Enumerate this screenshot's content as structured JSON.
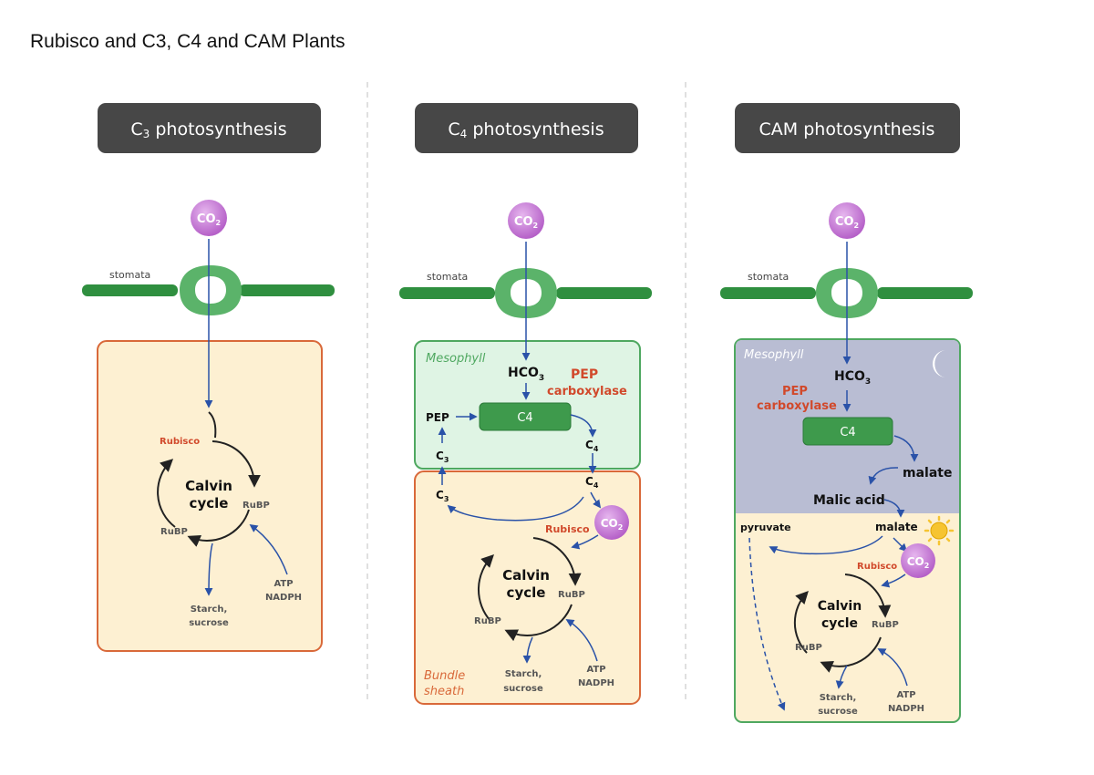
{
  "page": {
    "title": "Rubisco and C3, C4 and CAM Plants"
  },
  "panels": {
    "c3": {
      "header_main": "C",
      "header_sub": "3",
      "header_rest": " photosynthesis",
      "co2": "CO",
      "co2_sub": "2",
      "stomata": "stomata",
      "rubisco": "Rubisco",
      "calvin_1": "Calvin",
      "calvin_2": "cycle",
      "rubp_right": "RuBP",
      "rubp_left": "RuBP",
      "starch_1": "Starch,",
      "starch_2": "sucrose",
      "atp": "ATP",
      "nadph": "NADPH"
    },
    "c4": {
      "header_main": "C",
      "header_sub": "4",
      "header_rest": " photosynthesis",
      "co2": "CO",
      "co2_sub": "2",
      "stomata": "stomata",
      "mesophyll": "Mesophyll",
      "hco3": "HCO",
      "hco3_sub": "3",
      "pep_carb_1": "PEP",
      "pep_carb_2": "carboxylase",
      "pep": "PEP",
      "c4_box": "C4",
      "c_label": "C",
      "sub_4": "4",
      "sub_3": "3",
      "rubisco": "Rubisco",
      "co2_inner": "CO",
      "co2_inner_sub": "2",
      "calvin_1": "Calvin",
      "calvin_2": "cycle",
      "rubp_right": "RuBP",
      "rubp_left": "RuBP",
      "starch_1": "Starch,",
      "starch_2": "sucrose",
      "atp": "ATP",
      "nadph": "NADPH",
      "bundle_1": "Bundle",
      "bundle_2": "sheath"
    },
    "cam": {
      "header_text": "CAM photosynthesis",
      "co2": "CO",
      "co2_sub": "2",
      "stomata": "stomata",
      "mesophyll": "Mesophyll",
      "hco3": "HCO",
      "hco3_sub": "3",
      "pep_carb_1": "PEP",
      "pep_carb_2": "carboxylase",
      "c4_box": "C4",
      "malate_top": "malate",
      "malic_acid": "Malic acid",
      "malate_low": "malate",
      "pyruvate": "pyruvate",
      "rubisco": "Rubisco",
      "co2_inner": "CO",
      "co2_inner_sub": "2",
      "calvin_1": "Calvin",
      "calvin_2": "cycle",
      "rubp_right": "RuBP",
      "rubp_left": "RuBP",
      "starch_1": "Starch,",
      "starch_2": "sucrose",
      "atp": "ATP",
      "nadph": "NADPH"
    }
  },
  "colors": {
    "header_bg": "#474747",
    "co2_fill": "#c77ad6",
    "stomata": "#2f8f3f",
    "guard_cell": "#5bb36a",
    "arrow_blue": "#2a52a8",
    "bundle_fill": "#fdf0d2",
    "bundle_border": "#d9693a",
    "mesophyll_fill": "#dff4e4",
    "mesophyll_border": "#4fa860",
    "cam_night": "#b9bdd3",
    "c4_box": "#3e9a4c",
    "red_label": "#d1492b",
    "sun": "#f6c431"
  },
  "icons": {
    "moon": "moon-icon",
    "sun": "sun-icon"
  }
}
